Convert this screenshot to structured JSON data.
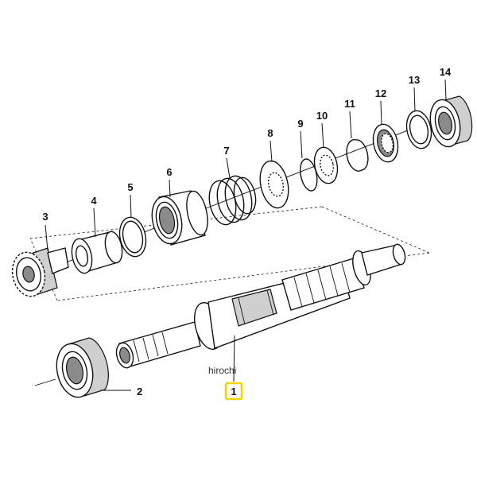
{
  "parts": [
    {
      "id": "part-1",
      "label": "1",
      "highlighted": true
    },
    {
      "id": "part-2",
      "label": "2"
    },
    {
      "id": "part-3",
      "label": "3"
    },
    {
      "id": "part-4",
      "label": "4"
    },
    {
      "id": "part-5",
      "label": "5"
    },
    {
      "id": "part-6",
      "label": "6"
    },
    {
      "id": "part-7",
      "label": "7"
    },
    {
      "id": "part-8",
      "label": "8"
    },
    {
      "id": "part-9",
      "label": "9"
    },
    {
      "id": "part-10",
      "label": "10"
    },
    {
      "id": "part-11",
      "label": "11"
    },
    {
      "id": "part-12",
      "label": "12"
    },
    {
      "id": "part-13",
      "label": "13"
    },
    {
      "id": "part-14",
      "label": "14"
    }
  ],
  "watermark": "hirochi",
  "highlight_color": "#f2d400"
}
